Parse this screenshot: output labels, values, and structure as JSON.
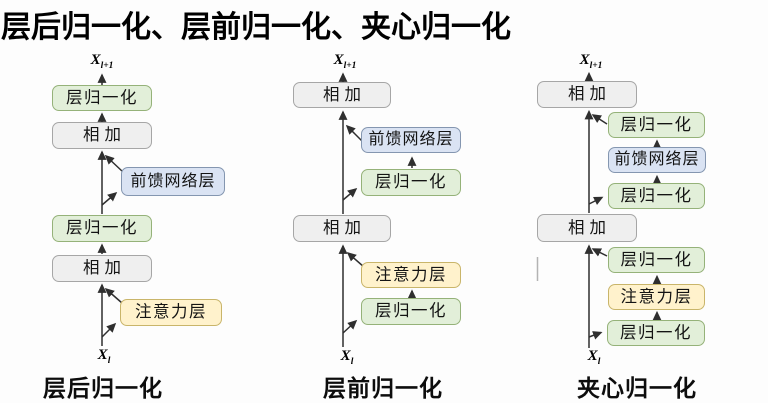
{
  "title": "层后归一化、层前归一化、夹心归一化",
  "colors": {
    "layernorm_fill": "#e2efd9",
    "layernorm_border": "#95b279",
    "add_fill": "#efefef",
    "add_border": "#a6a6a6",
    "ffn_fill": "#dae3f3",
    "ffn_border": "#8496b0",
    "attention_fill": "#fff2cc",
    "attention_border": "#c9b56a",
    "line": "#2f2f2f",
    "background": "#fdfdfd"
  },
  "columns": [
    {
      "id": "post-layernorm",
      "caption": "层后归一化",
      "output_var": "X",
      "output_sub": "l+1",
      "input_var": "X",
      "input_sub": "l",
      "boxes": {
        "ln_top": "层归一化",
        "add_top": "相加",
        "ffn": "前馈网络层",
        "ln_mid": "层归一化",
        "add_bottom": "相加",
        "attention": "注意力层"
      }
    },
    {
      "id": "pre-layernorm",
      "caption": "层前归一化",
      "output_var": "X",
      "output_sub": "l+1",
      "input_var": "X",
      "input_sub": "l",
      "boxes": {
        "add_top": "相加",
        "ffn": "前馈网络层",
        "ln_ffn": "层归一化",
        "add_mid": "相加",
        "attention": "注意力层",
        "ln_att": "层归一化"
      }
    },
    {
      "id": "sandwich-layernorm",
      "caption": "夹心归一化",
      "output_var": "X",
      "output_sub": "l+1",
      "input_var": "X",
      "input_sub": "l",
      "boxes": {
        "add_top": "相加",
        "ln_ffn_top": "层归一化",
        "ffn": "前馈网络层",
        "ln_ffn_bottom": "层归一化",
        "add_mid": "相加",
        "ln_att_top": "层归一化",
        "attention": "注意力层",
        "ln_att_bottom": "层归一化"
      }
    }
  ]
}
